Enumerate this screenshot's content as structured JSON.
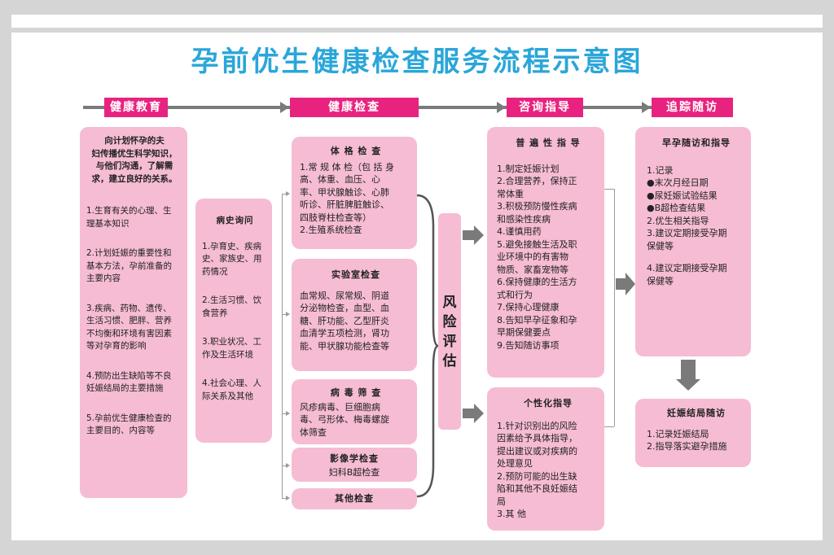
{
  "title": "孕前优生健康检查服务流程示意图",
  "colors": {
    "accent": "#e8237f",
    "box": "#f6bcd3",
    "title": "#2aa6d9",
    "arrow": "#7a7a7a"
  },
  "headers": [
    "健康教育",
    "健康检查",
    "咨询指导",
    "追踪随访"
  ],
  "education": {
    "intro": [
      "向计划怀孕的夫",
      "妇传播优生科学知识，",
      "与他们沟通，了解需",
      "求，建立良好的关系。"
    ],
    "items": [
      [
        "1.生育有关的心理、生",
        "理基本知识"
      ],
      [
        "2.计划妊娠的重要性和",
        "基本方法，孕前准备的",
        "主要内容"
      ],
      [
        "3.疾病、药物、遗传、",
        "生活习惯、肥胖、营养",
        "不均衡和环境有害因素",
        "等对孕育的影响"
      ],
      [
        "4.预防出生缺陷等不良",
        "妊娠结局的主要措施"
      ],
      [
        "5.孕前优生健康检查的",
        "主要目的、内容等"
      ]
    ]
  },
  "history": {
    "title": "病史询问",
    "items": [
      [
        "1.孕育史、疾病",
        "史、家族史、用",
        "药情况"
      ],
      [
        "2.生活习惯、饮",
        "食营养"
      ],
      [
        "3.职业状况、工",
        "作及生活环境"
      ],
      [
        "4.社会心理、人",
        "际关系及其他"
      ]
    ]
  },
  "physical": {
    "title": "体 格 检 查",
    "lines": [
      "1.常 规 体 检（包 括 身",
      "高、体重、血压、心",
      "率、甲状腺触诊、心肺",
      "听诊、肝脏脾脏触诊、",
      "四肢脊柱检查等）",
      "2.生殖系统检查"
    ]
  },
  "lab": {
    "title": "实验室检查",
    "lines": [
      "血常规、尿常规、阴道",
      "分泌物检查，血型、血",
      "糖、肝功能、乙型肝炎",
      "血清学五项检测，肾功",
      "能、甲状腺功能检查等"
    ]
  },
  "virus": {
    "title": "病 毒 筛 查",
    "lines": [
      "风疹病毒、巨细胞病",
      "毒、弓形体、梅毒螺旋",
      "体筛查"
    ]
  },
  "imaging": {
    "title": "影像学检查",
    "line": "妇科B超检查"
  },
  "other": {
    "title": "其他检查"
  },
  "risk": "风险评估",
  "general": {
    "title": "普 遍 性 指 导",
    "lines": [
      "1.制定妊娠计划",
      "2.合理营养，保持正",
      "常体重",
      "3.积极预防慢性疾病",
      "和感染性疾病",
      "4.谨慎用药",
      "5.避免接触生活及职",
      "业环境中的有害物",
      "物质、家畜宠物等",
      "6.保持健康的生活方",
      "式和行为",
      "7.保持心理健康",
      "8.告知早孕征象和孕",
      "早期保健要点",
      "9.告知随访事项"
    ]
  },
  "personal": {
    "title": "个性化指导",
    "lines": [
      "1.针对识别出的风险",
      "因素给予具体指导，",
      "提出建议或对疾病的",
      "处理意见",
      "2.预防可能的出生缺",
      "陷和其他不良妊娠结",
      "局",
      "3.其 他"
    ]
  },
  "early": {
    "title": "早孕随访和指导",
    "lines": [
      "1.记录",
      "●末次月经日期",
      "●尿妊娠试验结果",
      "●B超检查结果",
      "2.优生相关指导",
      "3.建议定期接受孕期",
      "保健等",
      "",
      "4.建议定期接受孕期",
      "保健等"
    ]
  },
  "outcome": {
    "title": "妊娠结局随访",
    "lines": [
      "1.记录妊娠结局",
      "2.指导落实避孕措施"
    ]
  }
}
